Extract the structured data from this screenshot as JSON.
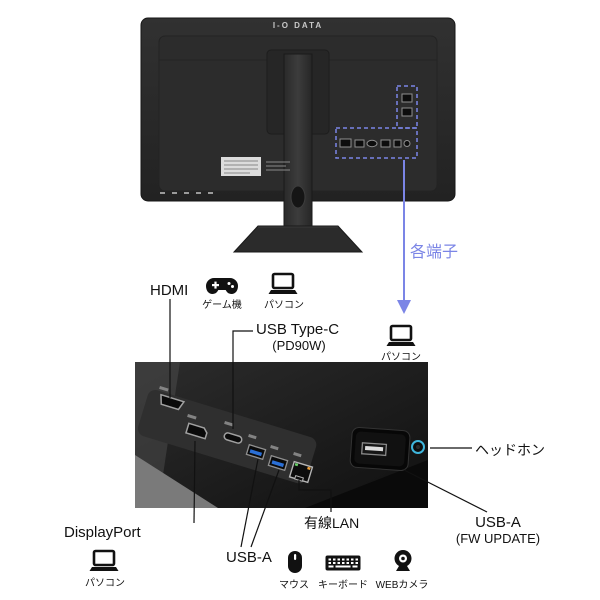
{
  "brand": "I-O DATA",
  "colors": {
    "accent_blue": "#7b85e6",
    "usb_tongue_blue": "#2a6fd6",
    "headphone_ring": "#3fb6dc",
    "monitor_body": "#2a2a2a"
  },
  "annotations": {
    "terminals": "各端子",
    "hdmi": "HDMI",
    "hdmi_game": "ゲーム機",
    "hdmi_pc": "パソコン",
    "usbc": "USB Type-C",
    "usbc_sub": "(PD90W)",
    "usbc_pc": "パソコン",
    "headphone": "ヘッドホン",
    "displayport": "DisplayPort",
    "displayport_pc": "パソコン",
    "usba": "USB-A",
    "usba_mouse": "マウス",
    "usba_keyboard": "キーボード",
    "usba_webcam": "WEBカメラ",
    "lan": "有線LAN",
    "fw": "USB-A",
    "fw_sub": "(FW UPDATE)"
  },
  "icons": {
    "hdmi_sources": [
      "gamepad-icon",
      "laptop-icon"
    ],
    "usbc_source": "laptop-icon",
    "displayport_source": "laptop-icon",
    "usba_devices": [
      "mouse-icon",
      "keyboard-icon",
      "webcam-icon"
    ]
  }
}
